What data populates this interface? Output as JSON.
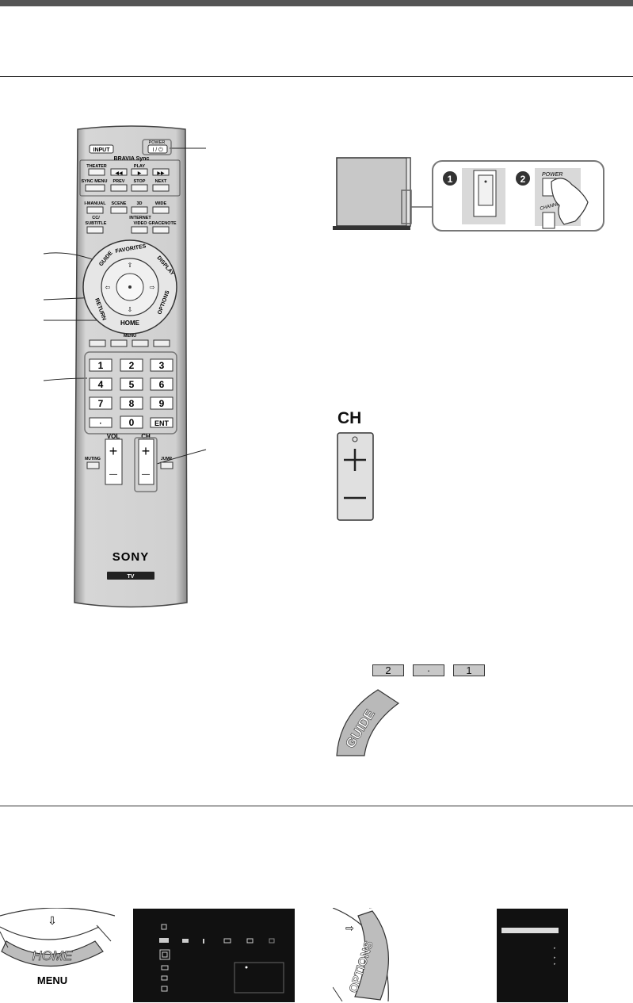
{
  "remote": {
    "buttons": {
      "input": "INPUT",
      "power_label": "POWER",
      "power_symbol": "I / ⏻",
      "bravia_sync": "BRAVIA Sync",
      "theater": "THEATER",
      "play": "PLAY",
      "sync_menu": "SYNC MENU",
      "prev": "PREV",
      "stop": "STOP",
      "next": "NEXT",
      "i_manual": "I-MANUAL",
      "scene": "SCENE",
      "three_d": "3D",
      "wide": "WIDE",
      "cc_subtitle_1": "CC/",
      "cc_subtitle_2": "SUBTITLE",
      "internet_video_1": "INTERNET",
      "internet_video_2": "VIDEO",
      "gracenote": "GRACENOTE",
      "guide": "GUIDE",
      "favorites": "FAVORITES",
      "display": "DISPLAY",
      "return": "RETURN",
      "options": "OPTIONS",
      "home": "HOME",
      "menu": "MENU",
      "vol": "VOL",
      "ch": "CH",
      "muting": "MUTING",
      "jump": "JUMP",
      "ent": "ENT",
      "dot": "·",
      "brand": "SONY",
      "tv": "TV"
    },
    "digits": [
      "1",
      "2",
      "3",
      "4",
      "5",
      "6",
      "7",
      "8",
      "9",
      "0"
    ],
    "plus": "+",
    "minus": "—"
  },
  "tv_figure": {
    "step1": "1",
    "step2": "2",
    "power": "POWER",
    "channel": "CHANNEL"
  },
  "ch_figure": {
    "label": "CH",
    "plus": "+",
    "minus": "—"
  },
  "key_sequence": [
    "2",
    "·",
    "1"
  ],
  "guide_figure": {
    "label": "GUIDE"
  },
  "home_figure": {
    "home": "HOME",
    "menu": "MENU"
  },
  "options_figure": {
    "label": "OPTIONS"
  }
}
